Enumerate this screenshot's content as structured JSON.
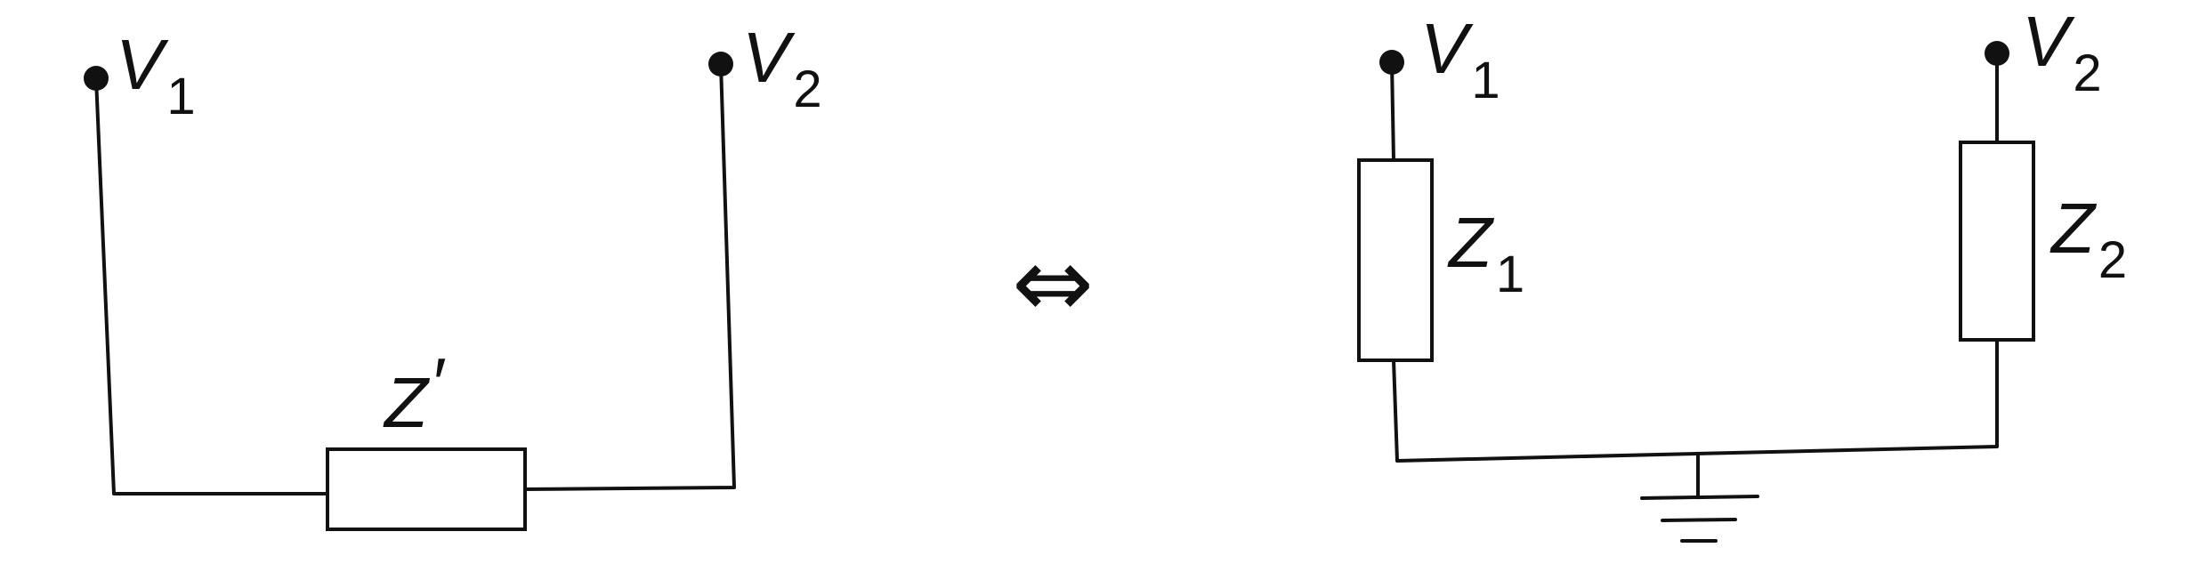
{
  "left_circuit": {
    "node_1": {
      "letter": "V",
      "sub": "1"
    },
    "node_2": {
      "letter": "V",
      "sub": "2"
    },
    "impedance": {
      "letter": "Z",
      "mark": "′"
    }
  },
  "equivalence_symbol": "⇔",
  "right_circuit": {
    "node_1": {
      "letter": "V",
      "sub": "1"
    },
    "node_2": {
      "letter": "V",
      "sub": "2"
    },
    "impedance_1": {
      "letter": "Z",
      "sub": "1"
    },
    "impedance_2": {
      "letter": "Z",
      "sub": "2"
    },
    "ground_icon": "ground-icon"
  },
  "colors": {
    "ink": "#111111",
    "background": "#ffffff"
  }
}
